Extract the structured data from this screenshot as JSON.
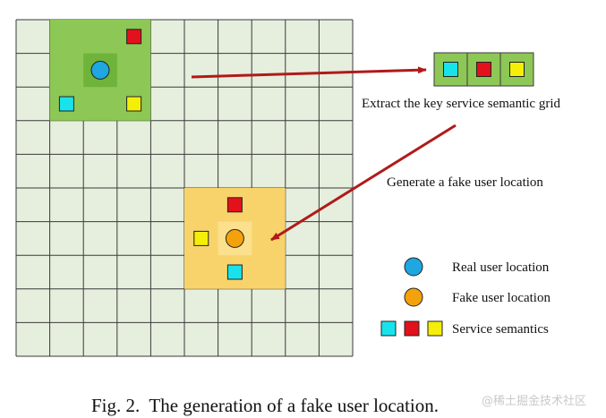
{
  "labels": {
    "extract": "Extract the key service semantic grid",
    "generate": "Generate a fake user location",
    "caption": "Fig. 2.  The generation of a fake user location.",
    "watermark": "@稀土掘金技术社区"
  },
  "legend": [
    {
      "shape": "circle",
      "colors": [
        "#1ea7e0"
      ],
      "label": "Real user location"
    },
    {
      "shape": "circle",
      "colors": [
        "#f4a20c"
      ],
      "label": "Fake user location"
    },
    {
      "shape": "squares",
      "colors": [
        "#19e3ea",
        "#e2111b",
        "#f5ee06"
      ],
      "label": "Service semantics"
    }
  ],
  "colors": {
    "grid_cell": "#e6eedd",
    "grid_line": "#3a3a3a",
    "real_block": "#8dc756",
    "real_block_dark": "#6fb33a",
    "fake_block": "#f8d36b",
    "fake_block_light": "#fbe08d",
    "arrow": "#b01a1a",
    "cyan": "#19e3ea",
    "red": "#e2111b",
    "yellow": "#f5ee06",
    "real_marker": "#1ea7e0",
    "fake_marker": "#f4a20c"
  }
}
